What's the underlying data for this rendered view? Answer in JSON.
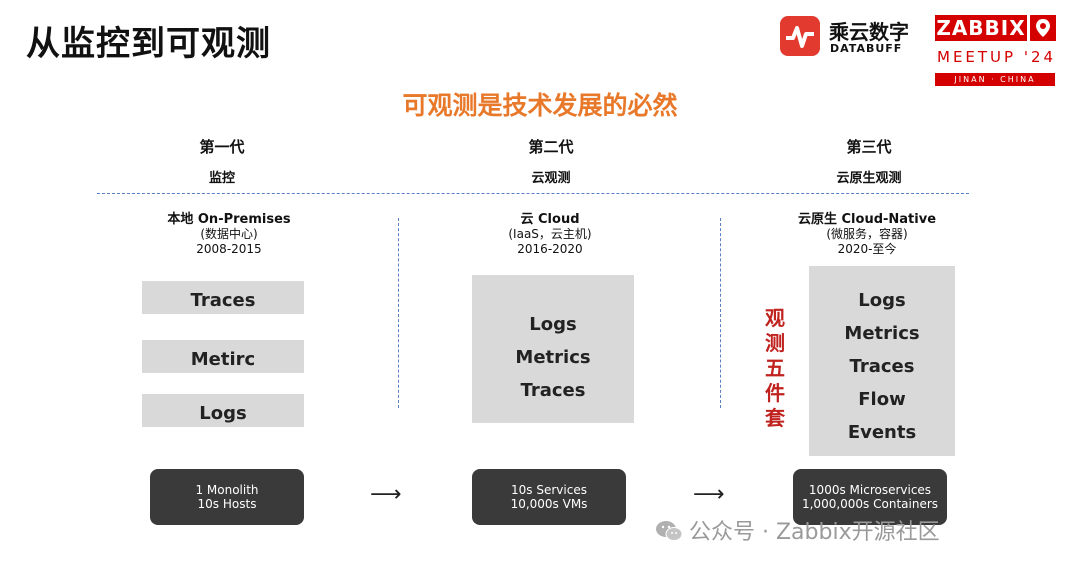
{
  "title": "从监控到可观测",
  "subtitle": "可观测是技术发展的必然",
  "logos": {
    "brand_cn": "乘云数字",
    "brand_en": "DATABUFF",
    "zabbix": "ZABBIX",
    "meetup": "MEETUP '24",
    "location": "JINAN · CHINA"
  },
  "generations": [
    {
      "name": "第一代",
      "stage": "监控",
      "era": "本地 On-Premises",
      "era_note": "(数据中心)",
      "years": "2008-2015",
      "items": [
        "Traces",
        "Metirc",
        "Logs"
      ],
      "scale1": "1 Monolith",
      "scale2": "10s Hosts"
    },
    {
      "name": "第二代",
      "stage": "云观测",
      "era": "云 Cloud",
      "era_note": "(IaaS，云主机)",
      "years": "2016-2020",
      "items": [
        "Logs",
        "Metrics",
        "Traces"
      ],
      "scale1": "10s Services",
      "scale2": "10,000s VMs"
    },
    {
      "name": "第三代",
      "stage": "云原生观测",
      "era": "云原生 Cloud-Native",
      "era_note": "(微服务，容器)",
      "years": "2020-至今",
      "items": [
        "Logs",
        "Metrics",
        "Traces",
        "Flow",
        "Events"
      ],
      "scale1": "1000s Microservices",
      "scale2": "1,000,000s Containers"
    }
  ],
  "five_set_label": [
    "观",
    "测",
    "五",
    "件",
    "套"
  ],
  "arrows": [
    "⟶",
    "⟶"
  ],
  "watermark": "公众号 · Zabbix开源社区"
}
